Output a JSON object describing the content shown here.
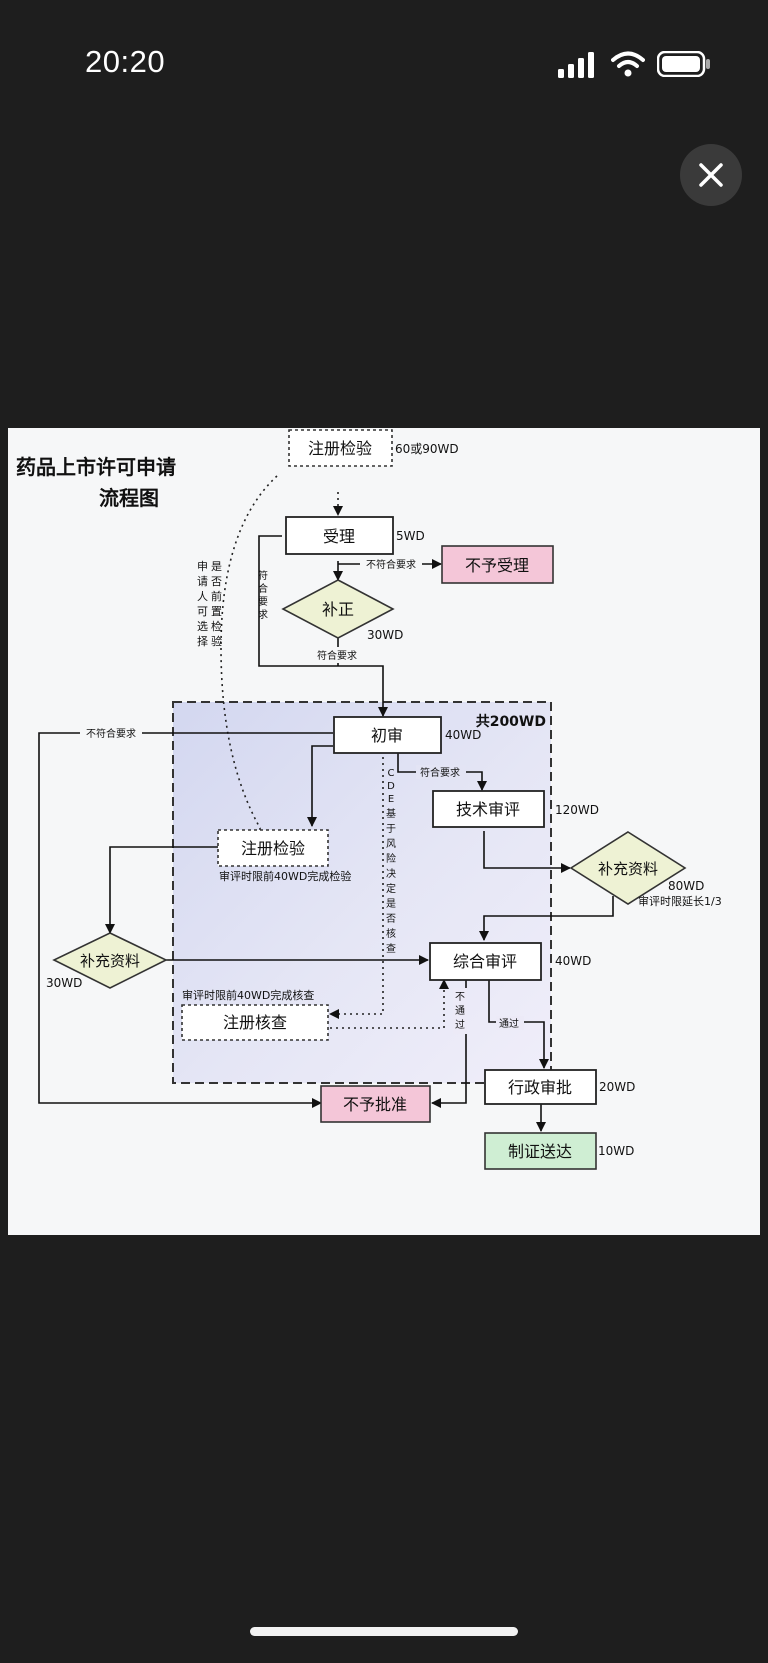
{
  "status": {
    "time": "20:20"
  },
  "diagram": {
    "title_line1": "药品上市许可申请",
    "title_line2": "流程图",
    "nodes": {
      "reg_test_top": "注册检验",
      "accept": "受理",
      "reject_accept": "不予受理",
      "correction": "补正",
      "initial_review": "初审",
      "tech_review": "技术审评",
      "supplement_right": "补充资料",
      "reg_test_mid": "注册检验",
      "supplement_left": "补充资料",
      "comprehensive_review": "综合审评",
      "reg_inspection": "注册核查",
      "reject_approval": "不予批准",
      "admin_approval": "行政审批",
      "certificate": "制证送达"
    },
    "durations": {
      "reg_test_top": "60或90WD",
      "accept": "5WD",
      "correction": "30WD",
      "total": "共200WD",
      "initial_review": "40WD",
      "tech_review": "120WD",
      "supplement_right": "80WD",
      "supplement_right_note": "审评时限延长1/3",
      "supplement_left": "30WD",
      "comprehensive_review": "40WD",
      "admin_approval": "20WD",
      "certificate": "10WD"
    },
    "labels": {
      "not_meet_1": "不符合要求",
      "meet_vertical": "符合要求",
      "meet_below_correction": "符合要求",
      "not_meet_left": "不符合要求",
      "meet_to_tech": "符合要求",
      "applicant_optional": "申请人可选择前置检验",
      "reg_test_note": "审评时限前40WD完成检验",
      "cde_note": "CDE基于风险决定是否核查",
      "inspection_note": "审评时限前40WD完成核查",
      "not_pass": "不通过",
      "pass": "通过"
    }
  }
}
